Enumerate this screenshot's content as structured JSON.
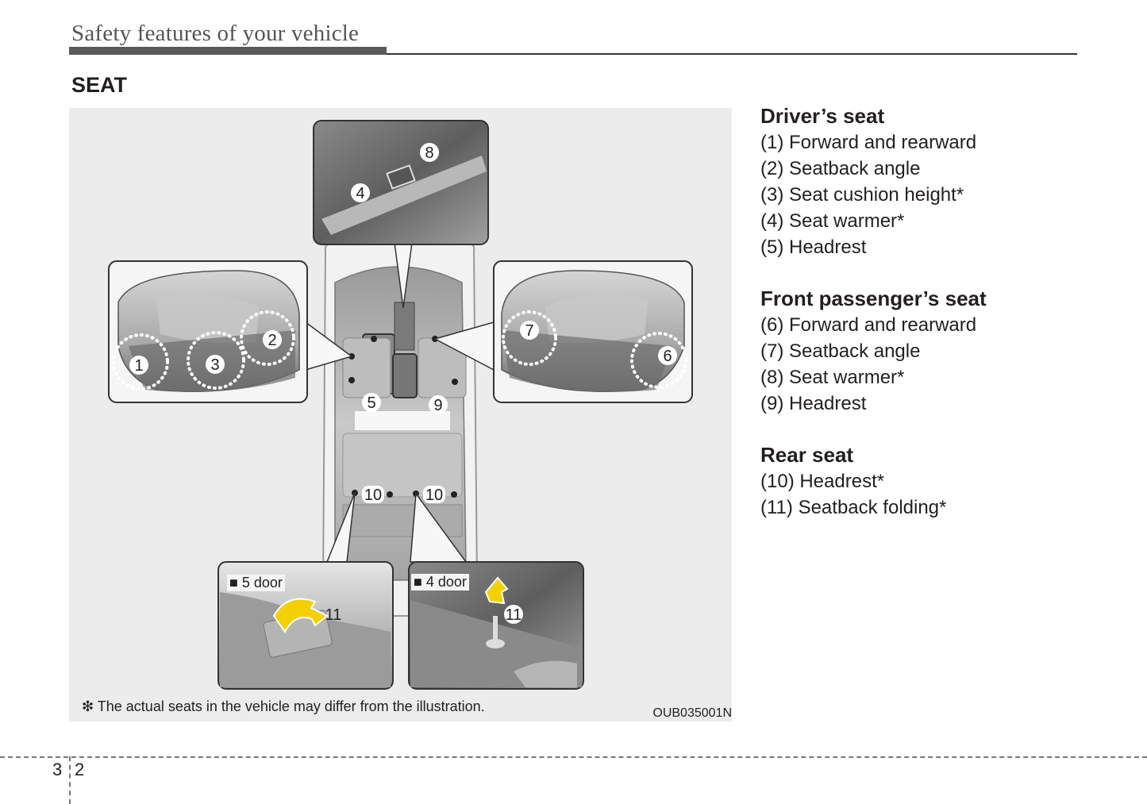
{
  "header": {
    "running_title": "Safety features of your vehicle"
  },
  "section": {
    "title": "SEAT"
  },
  "figure": {
    "callouts": {
      "c1": "1",
      "c2": "2",
      "c3": "3",
      "c4": "4",
      "c5": "5",
      "c6": "6",
      "c7": "7",
      "c8": "8",
      "c9": "9",
      "c10a": "10",
      "c10b": "10",
      "c11a": "11",
      "c11b": "11"
    },
    "inset_5door_label": "5 door",
    "inset_4door_label": "4 door",
    "note_symbol": "❇",
    "note": "The actual seats in the vehicle may differ from the illustration.",
    "code": "OUB035001N",
    "arrow_color": "#f5d000"
  },
  "groups": [
    {
      "title": "Driver’s seat",
      "items": [
        "(1) Forward and rearward",
        "(2) Seatback angle",
        "(3) Seat cushion height*",
        "(4) Seat warmer*",
        "(5) Headrest"
      ]
    },
    {
      "title": "Front passenger’s seat",
      "items": [
        "(6) Forward and rearward",
        "(7) Seatback angle",
        "(8) Seat warmer*",
        "(9) Headrest"
      ]
    },
    {
      "title": "Rear seat",
      "items": [
        "(10) Headrest*",
        "(11) Seatback folding*"
      ]
    }
  ],
  "footer": {
    "chapter": "3",
    "page": "2"
  }
}
